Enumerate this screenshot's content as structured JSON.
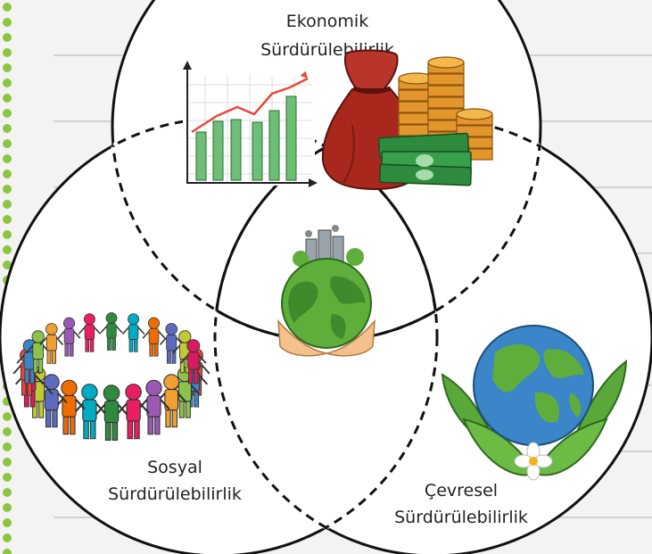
{
  "circles": {
    "economic": {
      "line1": "Ekonomik",
      "line2": "Sürdürülebilirlik"
    },
    "social": {
      "line1": "Sosyal",
      "line2": "Sürdürülebilirlik"
    },
    "environmental": {
      "line1": "Çevresel",
      "line2": "Sürdürülebilirlik"
    }
  },
  "colors": {
    "background": "#f3f3f3",
    "notebook_dots": "#8cc63f",
    "ruled_lines": "#c8c8c8",
    "outline": "#111111",
    "chart_bars": "#6dbf75",
    "chart_line": "#e8483a",
    "money_bag": "#a8281d",
    "coins": "#e3962c",
    "banknotes": "#2e8b3e",
    "earth_ocean": "#3a86c8",
    "earth_land": "#5fae3c",
    "leaves": "#5aa83a",
    "hands": "#f4c08c"
  },
  "icons": [
    "growth-chart-icon",
    "money-bag-icon",
    "coin-stack-icon",
    "banknotes-icon",
    "earth-in-hands-icon",
    "people-circle-icon",
    "earth-with-leaves-icon"
  ]
}
